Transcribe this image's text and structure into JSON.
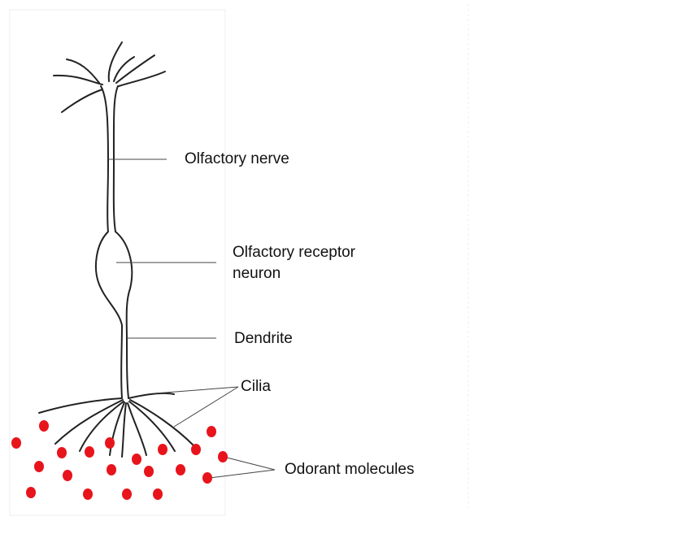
{
  "diagram": {
    "labels": {
      "olfactory_nerve": "Olfactory nerve",
      "receptor_line1": "Olfactory receptor",
      "receptor_line2": "neuron",
      "dendrite": "Dendrite",
      "cilia": "Cilia",
      "odorant": "Odorant molecules"
    },
    "colors": {
      "odorant_dot": "#e8141c",
      "outline": "#222222",
      "leader_line": "#444444"
    }
  }
}
